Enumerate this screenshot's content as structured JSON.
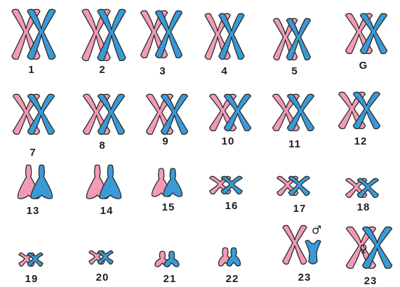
{
  "colors": {
    "maternal": "#f29bb4",
    "paternal": "#3a9ad6",
    "outline": "#2a2a2a"
  },
  "pairs": [
    {
      "label": "1"
    },
    {
      "label": "2"
    },
    {
      "label": "3"
    },
    {
      "label": "4"
    },
    {
      "label": "5"
    },
    {
      "label": "G"
    },
    {
      "label": "7"
    },
    {
      "label": "8"
    },
    {
      "label": "9"
    },
    {
      "label": "10"
    },
    {
      "label": "11"
    },
    {
      "label": "12"
    },
    {
      "label": "13"
    },
    {
      "label": "14"
    },
    {
      "label": "15"
    },
    {
      "label": "16"
    },
    {
      "label": "17"
    },
    {
      "label": "18"
    },
    {
      "label": "19"
    },
    {
      "label": "20"
    },
    {
      "label": "21"
    },
    {
      "label": "22"
    },
    {
      "label": "23"
    },
    {
      "label": "23"
    }
  ],
  "sex_symbols": {
    "male": "♂",
    "female": "♀"
  }
}
